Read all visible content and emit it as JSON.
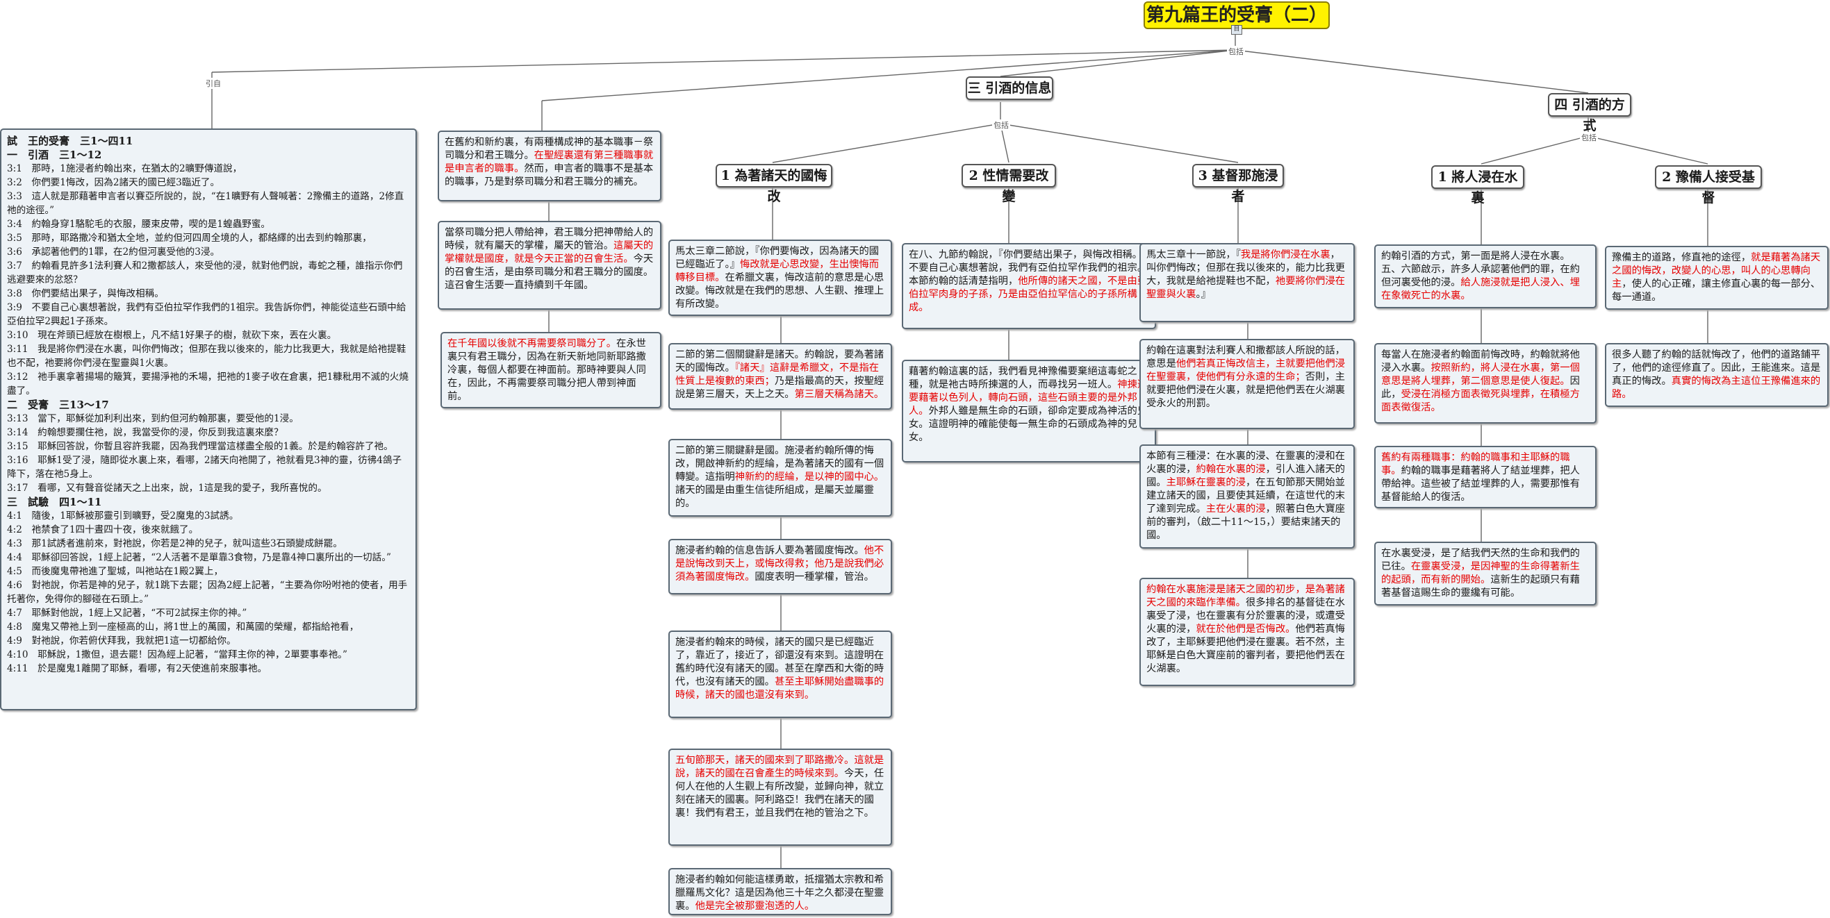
{
  "title": "第九篇王的受膏（二）",
  "root_glyph": "目",
  "edge_labels": {
    "cite": "引自",
    "includes": "包括"
  },
  "headers": {
    "s3": "三 引酒的信息",
    "s4": "四 引酒的方式",
    "b1": "1 為著諸天的國悔改",
    "b2": "2 性情需要改變",
    "b3": "3 基督那施浸者",
    "b4": "1 將人浸在水裏",
    "b5": "2 豫備人接受基督"
  },
  "scripture": [
    {
      "t": "試　王的受膏　三1～四11",
      "h": true
    },
    {
      "t": "一　引酒　三1～12",
      "h": true
    },
    {
      "t": "3:1　那時，1施浸者約翰出來，在猶太的2曠野傳道說，"
    },
    {
      "t": "3:2　你們要1悔改，因為2諸天的國已經3臨近了。"
    },
    {
      "t": "3:3　這人就是那藉著申言者以賽亞所說的，說，“在1曠野有人聲喊著：2豫備主的道路，2修直祂的途徑。”"
    },
    {
      "t": "3:4　約翰身穿1駱駝毛的衣服，腰束皮帶，喫的是1蝗蟲野蜜。"
    },
    {
      "t": "3:5　那時，耶路撒冷和猶太全地，並約但河四周全境的人，都絡繹的出去到約翰那裏，"
    },
    {
      "t": "3:6　承認著他們的1罪，在2約但河裏受他的3浸。"
    },
    {
      "t": "3:7　約翰看見許多1法利賽人和2撒都該人，來受他的浸，就對他們說，毒蛇之種，誰指示你們逃避要來的忿怒？"
    },
    {
      "t": "3:8　你們要結出果子，與悔改相稱。"
    },
    {
      "t": "3:9　不要自己心裏想著說，我們有亞伯拉罕作我們的1祖宗。我告訴你們，神能從這些石頭中給亞伯拉罕2興起1子孫來。"
    },
    {
      "t": "3:10　現在斧頭已經放在樹根上，凡不結1好果子的樹，就砍下來，丟在火裏。"
    },
    {
      "t": "3:11　我是將你們浸在水裏，叫你們悔改；但那在我以後來的，能力比我更大，我就是給祂提鞋也不配，祂要將你們浸在聖靈與1火裏。"
    },
    {
      "t": "3:12　祂手裏拿著揚場的簸箕，要揚淨祂的禾場，把祂的1麥子收在倉裏，把1糠秕用不滅的火燒盡了。"
    },
    {
      "t": "二　受膏　三13～17",
      "h": true
    },
    {
      "t": "3:13　當下，耶穌從加利利出來，到約但河約翰那裏，要受他的1浸。"
    },
    {
      "t": "3:14　約翰想要攔住祂，說，我當受你的浸，你反到我這裏來麼？"
    },
    {
      "t": "3:15　耶穌回答說，你暫且容許我罷，因為我們理當這樣盡全般的1義。於是約翰容許了祂。"
    },
    {
      "t": "3:16　耶穌1受了浸，隨即從水裏上來，看哪，2諸天向祂開了，祂就看見3神的靈，彷彿4鴿子降下，落在祂5身上。"
    },
    {
      "t": "3:17　看哪，又有聲音從諸天之上出來，說，1這是我的愛子，我所喜悅的。"
    },
    {
      "t": "三　試驗　四1～11",
      "h": true
    },
    {
      "t": "4:1　隨後，1耶穌被那靈引到曠野，受2魔鬼的3試誘。"
    },
    {
      "t": "4:2　祂禁食了1四十晝四十夜，後來就餓了。"
    },
    {
      "t": "4:3　那1試誘者進前來，對祂說，你若是2神的兒子，就叫這些3石頭變成餅罷。"
    },
    {
      "t": "4:4　耶穌卻回答說，1經上記著，“2人活著不是單靠3食物，乃是靠4神口裏所出的一切話。”"
    },
    {
      "t": "4:5　而後魔鬼帶祂進了聖城，叫祂站在1殿2翼上，"
    },
    {
      "t": "4:6　對祂說，你若是神的兒子，就1跳下去罷；因為2經上記著，“主要為你吩咐祂的使者，用手托著你，免得你的腳碰在石頭上。”"
    },
    {
      "t": "4:7　耶穌對他說，1經上又記著，“不可2試探主你的神。”"
    },
    {
      "t": "4:8　魔鬼又帶祂上到一座極高的山，將1世上的萬國，和萬國的榮耀，都指給祂看，"
    },
    {
      "t": "4:9　對祂說，你若俯伏拜我，我就把1這一切都給你。"
    },
    {
      "t": "4:10　耶穌說，1撒但，退去罷！因為經上記著，“當拜主你的神，2單要事奉祂。”"
    },
    {
      "t": "4:11　於是魔鬼1離開了耶穌，看哪，有2天使進前來服事祂。"
    }
  ],
  "notes": {
    "n1": [
      {
        "t": "在舊約和新約裏，有兩種構成神的基本職事－祭司職分和君王職分。"
      },
      {
        "t": "在聖經裏還有第三種職事就是申言者的職事。",
        "r": true
      },
      {
        "t": "然而，申言者的職事不是基本的職事，乃是對祭司職分和君王職分的補充。"
      }
    ],
    "n2": [
      {
        "t": "當祭司職分把人帶給神，君王職分把神帶給人的時候，就有屬天的掌權，屬天的管治。"
      },
      {
        "t": "這屬天的掌權就是國度，就是今天正當的召會生活。",
        "r": true
      },
      {
        "t": "今天的召會生活，是由祭司職分和君王職分的國度。這召會生活要一直持續到千年國。"
      }
    ],
    "n3": [
      {
        "t": "在千年國以後就不再需要祭司職分了。",
        "r": true
      },
      {
        "t": "在永世裏只有君王職分，因為在新天新地同新耶路撒冷裏，每個人都要在神面前。那時神要與人同在，因此，不再需要祭司職分把人帶到神面前。"
      }
    ],
    "n4": [
      {
        "t": "馬太三章二節說，『你們要悔改，因為諸天的國已經臨近了。』"
      },
      {
        "t": "悔改就是心思改變，生出懊悔而轉移目標。",
        "r": true
      },
      {
        "t": "在希臘文裏，悔改這前的意思是心思改變。悔改就是在我們的思想、人生觀、推理上有所改變。"
      }
    ],
    "n5": [
      {
        "t": "二節的第二個關鍵辭是諸天。約翰說，要為著諸天的國悔改。"
      },
      {
        "t": "『諸天』這辭是希臘文，不是指在性質上是複數的東西；",
        "r": true
      },
      {
        "t": "乃是指最高的天，按聖經說是第三層天，天上之天。"
      },
      {
        "t": "第三層天稱為諸天。",
        "r": true
      }
    ],
    "n6": [
      {
        "t": "二節的第三關鍵辭是國。施浸者約翰所傳的悔改，開啟神新約的經綸，是為著諸天的國有一個轉變。這指明"
      },
      {
        "t": "神新約的經綸，是以神的國中心。",
        "r": true
      },
      {
        "t": "諸天的國是由重生信徒所組成，是屬天並屬靈的。"
      }
    ],
    "n7": [
      {
        "t": "施浸者約翰的信息告訴人要為著國度悔改。"
      },
      {
        "t": "他不是說悔改到天上，或悔改得救；他乃是說我們必須為著國度悔改。",
        "r": true
      },
      {
        "t": "國度表明一種掌權，管治。"
      }
    ],
    "n8": [
      {
        "t": "施浸者約翰來的時候，諸天的國只是已經臨近了，靠近了，接近了，卻還沒有來到。這證明在舊約時代沒有諸天的國。甚至在摩西和大衛的時代，也沒有諸天的國。"
      },
      {
        "t": "甚至主耶穌開始盡職事的時候，諸天的國也還沒有來到。",
        "r": true
      }
    ],
    "n9": [
      {
        "t": "五旬節那天，諸天的國來到了耶路撒冷。這就是說，諸天的國在召會產生的時候來到。",
        "r": true
      },
      {
        "t": "今天，任何人在他的人生觀上有所改變，並歸向神，就立刻在諸天的國裏。阿利路亞！我們在諸天的國裏！我們有君王，並且我們在祂的管治之下。"
      }
    ],
    "n10": [
      {
        "t": "施浸者約翰如何能這樣勇敢，抵擋猶太宗教和希臘羅馬文化？這是因為他三十年之久都浸在聖靈裏。"
      },
      {
        "t": "他是完全被那靈泡透的人。",
        "r": true
      }
    ],
    "n11": [
      {
        "t": "在八、九節約翰說，『你們要結出果子，與悔改相稱。不要自己心裏想著說，我們有亞伯拉罕作我們的祖宗。』本節約翰的話清楚指明，"
      },
      {
        "t": "他所傳的諸天之國，不是由亞伯拉罕肉身的子孫，乃是由亞伯拉罕信心的子孫所構成。",
        "r": true
      }
    ],
    "n12": [
      {
        "t": "藉著約翰這裏的話，我們看見神豫備要棄絕這毒蛇之種，就是祂古時所揀選的人，而尋找另一班人。"
      },
      {
        "t": "神揀選要藉著以色列人，轉向石頭，這些石頭主要的是外邦人。",
        "r": true
      },
      {
        "t": "外邦人雖是無生命的石頭，卻命定要成為神活的兒女。這證明神的確能使每一無生命的石頭成為神的兒女。"
      }
    ],
    "n13": [
      {
        "t": "馬太三章十一節說，『"
      },
      {
        "t": "我是將你們浸在水裏",
        "r": true
      },
      {
        "t": "，叫你們悔改；但那在我以後來的，能力比我更大，我就是給祂提鞋也不配，"
      },
      {
        "t": "祂要將你們浸在聖靈與火裏",
        "r": true
      },
      {
        "t": "。』"
      }
    ],
    "n14": [
      {
        "t": "約翰在這裏對法利賽人和撒都該人所說的話，意思是"
      },
      {
        "t": "他們若真正悔改信主，主就要把他們浸在聖靈裏，使他們有分永遠的生命；",
        "r": true
      },
      {
        "t": "否則，主就要把他們浸在火裏，就是把他們丟在火湖裏受永火的刑罰。"
      }
    ],
    "n15": [
      {
        "t": "本節有三種浸：在水裏的浸、在靈裏的浸和在火裏的浸，"
      },
      {
        "t": "約翰在水裏的浸",
        "r": true
      },
      {
        "t": "，引人進入諸天的國。"
      },
      {
        "t": "主耶穌在靈裏的浸",
        "r": true
      },
      {
        "t": "，在五旬節那天開始並建立諸天的國，且要使其延續，在這世代的末了達到完成。"
      },
      {
        "t": "主在火裏的浸",
        "r": true
      },
      {
        "t": "，照著白色大寶座前的審判，（啟二十11～15，）要結束諸天的國。"
      }
    ],
    "n16": [
      {
        "t": "約翰在水裏施浸是諸天之國的初步，是為著諸天之國的來臨作準備。",
        "r": true
      },
      {
        "t": "很多排名的基督徒在水裏受了浸，也在靈裏有分於靈裏的浸，或遭受火裏的浸，"
      },
      {
        "t": "就在於他們是否悔改。",
        "r": true
      },
      {
        "t": "他們若真悔改了，主耶穌要把他們浸在靈裏。若不然，主耶穌是白色大寶座前的審判者，要把他們丟在火湖裏。"
      }
    ],
    "n17": [
      {
        "t": "約翰引酒的方式，第一面是將人浸在水裏。五、六節啟示，許多人承認著他們的罪，在約但河裏受他的浸。"
      },
      {
        "t": "給人施浸就是把人浸入、埋在象徵死亡的水裏。",
        "r": true
      }
    ],
    "n18": [
      {
        "t": "每當人在施浸者約翰面前悔改時，約翰就將他浸入水裏。"
      },
      {
        "t": "按照新約，將人浸在水裏，第一個意思是將人埋葬，第二個意思是使人復起。",
        "r": true
      },
      {
        "t": "因此，"
      },
      {
        "t": "受浸在消極方面表徵死與埋葬，在積極方面表徵復活。",
        "r": true
      }
    ],
    "n19": [
      {
        "t": "舊約有兩種職事：約翰的職事和主耶穌的職事。",
        "r": true
      },
      {
        "t": "約翰的職事是藉著將人了結並埋葬，把人帶給神。這些被了結並埋葬的人，需要那惟有基督能給人的復活。"
      }
    ],
    "n20": [
      {
        "t": "在水裏受浸，是了結我們天然的生命和我們的已往。"
      },
      {
        "t": "在靈裏受浸，是因神聖的生命得著新生的起頭，而有新的開始。",
        "r": true
      },
      {
        "t": "這新生的起頭只有藉著基督這賜生命的靈纔有可能。"
      }
    ],
    "n21": [
      {
        "t": "豫備主的道路，修直祂的途徑，"
      },
      {
        "t": "就是藉著為諸天之國的悔改，改變人的心思，叫人的心思轉向主",
        "r": true
      },
      {
        "t": "，使人的心正確，讓主修直心裏的每一部分、每一通道。"
      }
    ],
    "n22": [
      {
        "t": "很多人聽了約翰的話就悔改了，他們的道路鋪平了，他們的途徑修直了。因此，王能進來。這是真正的悔改。"
      },
      {
        "t": "真實的悔改為主這位王豫備進來的路。",
        "r": true
      }
    ]
  }
}
